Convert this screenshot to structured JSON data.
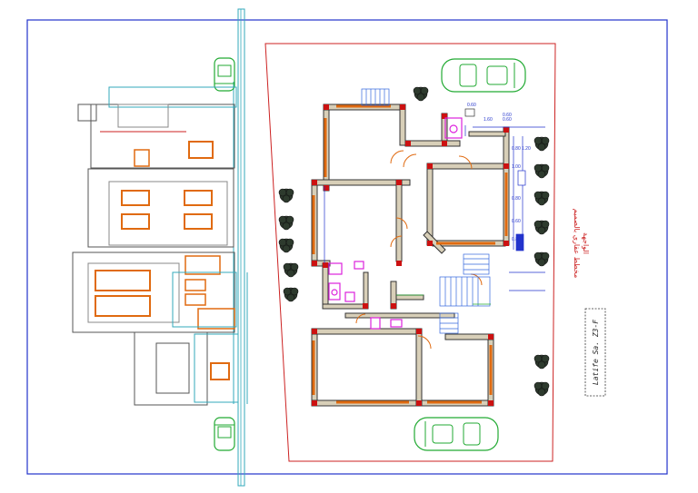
{
  "drawing": {
    "stamp_label": "Latife Sa. Z3-F",
    "arabic_note_line1": "مخطط عقاري بالصميم",
    "arabic_note_line2": "الواجهة",
    "dims": [
      "0.60",
      "1.60",
      "0.60",
      "0.60",
      "0.80",
      "1.00",
      "0.80",
      "0.60",
      "0.80",
      "1.20"
    ]
  },
  "colors": {
    "frame": "#2233cc",
    "plot_boundary": "#cc2222",
    "wall": "#333333",
    "wall_fill": "#d8cfb8",
    "door_window": "#e06a10",
    "column": "#cc1111",
    "sanitary": "#dd22dd",
    "car": "#22aa33",
    "stair": "#3366dd",
    "facade_cyan": "#33aabb",
    "tree": "#333333",
    "arabic_text": "#cc2222"
  },
  "icons": [
    "car-icon",
    "tree-icon",
    "staircase-icon",
    "toilet-icon",
    "door-swing-icon"
  ]
}
